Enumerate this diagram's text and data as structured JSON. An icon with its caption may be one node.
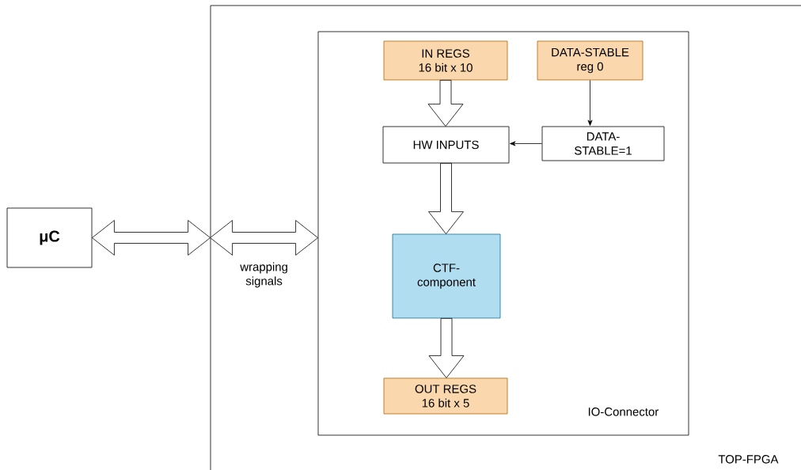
{
  "diagram": {
    "nodes": [
      {
        "text": [
          "TOP-FPGA"
        ]
      },
      {
        "text": [
          "IO-Connector"
        ],
        "in": 0
      },
      {
        "text": [
          "IN REGS",
          "16 bit x 10"
        ],
        "in": 1
      },
      {
        "text": [
          "DATA-STABLE",
          "reg 0"
        ],
        "in": 1
      },
      {
        "text": [
          "HW INPUTS"
        ],
        "in": 1
      },
      {
        "text": [
          "DATA-STABLE=1"
        ],
        "in": 1
      },
      {
        "text": [
          "CTF-component"
        ],
        "in": 1
      },
      {
        "text": [
          "OUT REGS",
          "16 bit x 5"
        ],
        "in": 1
      },
      {
        "text": [
          "μC"
        ]
      }
    ],
    "edges": [
      {
        "from": 8,
        "to": 0,
        "arrow": "both",
        "style": "thick"
      },
      {
        "from": 0,
        "to": 1,
        "arrow": "both",
        "style": "thick",
        "label": "wrapping signals"
      },
      {
        "from": 2,
        "to": 4,
        "arrow": "to",
        "style": "thick"
      },
      {
        "from": 3,
        "to": 5,
        "arrow": "to"
      },
      {
        "from": 5,
        "to": 4,
        "arrow": "to"
      },
      {
        "from": 4,
        "to": 6,
        "arrow": "to",
        "style": "thick"
      },
      {
        "from": 6,
        "to": 7,
        "arrow": "to",
        "style": "thick"
      }
    ]
  }
}
